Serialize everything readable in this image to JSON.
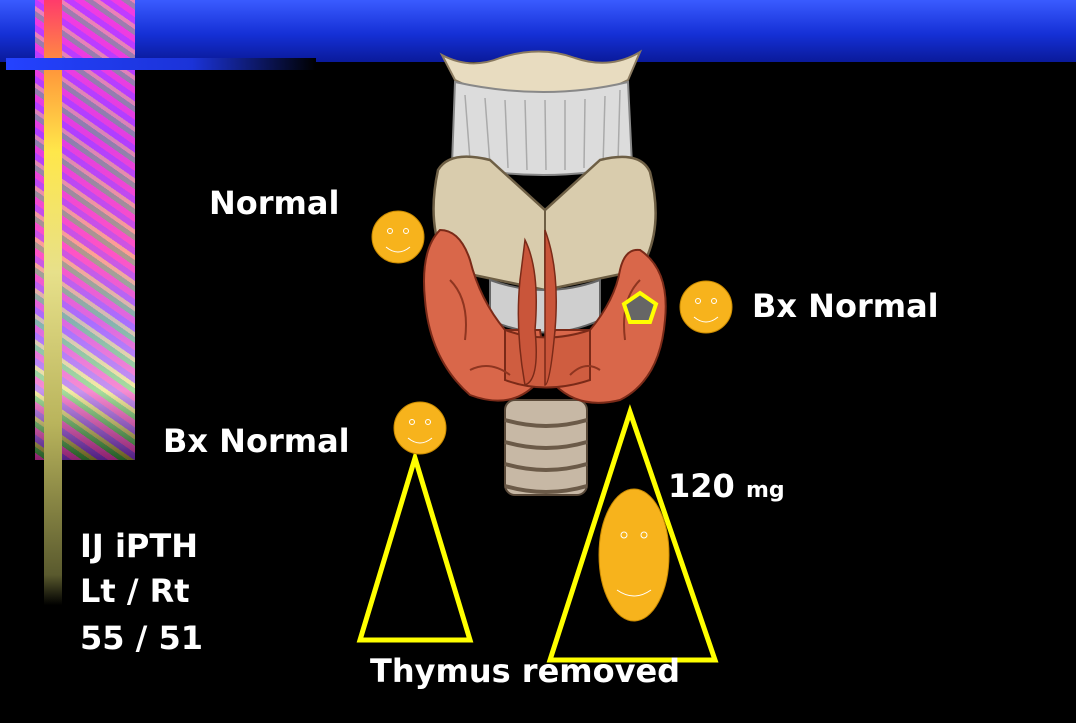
{
  "labels": {
    "normal": "Normal",
    "bx_normal_right": "Bx Normal",
    "bx_normal_left": "Bx Normal",
    "weight_value": "120",
    "weight_unit": "mg",
    "thymus": "Thymus removed"
  },
  "ij_ptth": {
    "line1": "IJ iPTH",
    "line2": "Lt / Rt",
    "line3": "55 / 51"
  },
  "colors": {
    "smiley": "#f7b31c",
    "highlight": "#ffff00",
    "thyroid": "#d9674a",
    "title_bar": "#1f3be6"
  }
}
